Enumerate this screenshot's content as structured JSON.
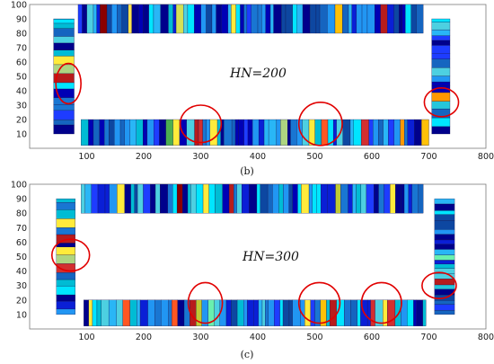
{
  "chart_data": [
    {
      "type": "heatmap",
      "caption": "(b)",
      "annotation": "HN=200",
      "xlim": [
        0,
        800
      ],
      "ylim": [
        0,
        100
      ],
      "xticks": [
        "100",
        "200",
        "300",
        "400",
        "500",
        "600",
        "700",
        "800"
      ],
      "yticks": [
        "10",
        "20",
        "30",
        "40",
        "50",
        "60",
        "70",
        "80",
        "90",
        "100"
      ],
      "bar_seed": 11,
      "hot_spots": [
        {
          "strip": "top",
          "x": 128,
          "color": "#8b0000"
        },
        {
          "strip": "top",
          "x": 178,
          "color": "#ffe14d"
        },
        {
          "strip": "top",
          "x": 262,
          "color": "#d4e157"
        },
        {
          "strip": "top",
          "x": 356,
          "color": "#ffeb3b"
        },
        {
          "strip": "top",
          "x": 536,
          "color": "#ffc107"
        },
        {
          "strip": "top",
          "x": 618,
          "color": "#b71c1c"
        },
        {
          "strip": "bottom",
          "x": 240,
          "color": "#4caf50"
        },
        {
          "strip": "bottom",
          "x": 255,
          "color": "#ffeb3b"
        },
        {
          "strip": "bottom",
          "x": 290,
          "color": "#b71c1c"
        },
        {
          "strip": "bottom",
          "x": 302,
          "color": "#d32f2f"
        },
        {
          "strip": "bottom",
          "x": 318,
          "color": "#ffeb3b"
        },
        {
          "strip": "bottom",
          "x": 448,
          "color": "#aed581"
        },
        {
          "strip": "bottom",
          "x": 490,
          "color": "#ffeb3b"
        },
        {
          "strip": "bottom",
          "x": 520,
          "color": "#ff5722"
        },
        {
          "strip": "bottom",
          "x": 590,
          "color": "#d32f2f"
        },
        {
          "strip": "bottom",
          "x": 650,
          "color": "#ff9800"
        },
        {
          "strip": "bottom",
          "x": 690,
          "color": "#ffc107"
        },
        {
          "strip": "left",
          "y": 60,
          "color": "#ffeb3b"
        },
        {
          "strip": "left",
          "y": 55,
          "color": "#aed581"
        },
        {
          "strip": "left",
          "y": 48,
          "color": "#b71c1c"
        },
        {
          "strip": "right",
          "y": 36,
          "color": "#ff9800"
        },
        {
          "strip": "right",
          "y": 28,
          "color": "#26c6da"
        }
      ],
      "ellipses": [
        {
          "cx": 68,
          "cy": 45,
          "rx": 22,
          "ry": 14
        },
        {
          "cx": 300,
          "cy": 17,
          "rx": 36,
          "ry": 13
        },
        {
          "cx": 510,
          "cy": 17,
          "rx": 38,
          "ry": 15
        },
        {
          "cx": 722,
          "cy": 32,
          "rx": 30,
          "ry": 10
        }
      ]
    },
    {
      "type": "heatmap",
      "caption": "(c)",
      "annotation": "HN=300",
      "xlim": [
        0,
        800
      ],
      "ylim": [
        0,
        100
      ],
      "xticks": [
        "100",
        "200",
        "300",
        "400",
        "500",
        "600",
        "700",
        "800"
      ],
      "yticks": [
        "10",
        "20",
        "30",
        "40",
        "50",
        "60",
        "70",
        "80",
        "90",
        "100"
      ],
      "bar_seed": 29,
      "hot_spots": [
        {
          "strip": "top",
          "x": 165,
          "color": "#ffeb3b"
        },
        {
          "strip": "top",
          "x": 262,
          "color": "#8b0000"
        },
        {
          "strip": "top",
          "x": 310,
          "color": "#ffeb3b"
        },
        {
          "strip": "top",
          "x": 352,
          "color": "#b71c1c"
        },
        {
          "strip": "top",
          "x": 480,
          "color": "#ffeb3b"
        },
        {
          "strip": "top",
          "x": 545,
          "color": "#c0ca33"
        },
        {
          "strip": "top",
          "x": 640,
          "color": "#ffeb3b"
        },
        {
          "strip": "bottom",
          "x": 108,
          "color": "#ffeb3b"
        },
        {
          "strip": "bottom",
          "x": 168,
          "color": "#ff5722"
        },
        {
          "strip": "bottom",
          "x": 250,
          "color": "#ff5722"
        },
        {
          "strip": "bottom",
          "x": 285,
          "color": "#b71c1c"
        },
        {
          "strip": "bottom",
          "x": 300,
          "color": "#c0ca33"
        },
        {
          "strip": "bottom",
          "x": 322,
          "color": "#69f0ae"
        },
        {
          "strip": "bottom",
          "x": 488,
          "color": "#ffeb3b"
        },
        {
          "strip": "bottom",
          "x": 510,
          "color": "#ffc107"
        },
        {
          "strip": "bottom",
          "x": 528,
          "color": "#b71c1c"
        },
        {
          "strip": "bottom",
          "x": 600,
          "color": "#d32f2f"
        },
        {
          "strip": "bottom",
          "x": 620,
          "color": "#ffeb3b"
        },
        {
          "strip": "bottom",
          "x": 640,
          "color": "#d32f2f"
        },
        {
          "strip": "left",
          "y": 74,
          "color": "#ffeb3b"
        },
        {
          "strip": "left",
          "y": 62,
          "color": "#b71c1c"
        },
        {
          "strip": "left",
          "y": 55,
          "color": "#ffeb3b"
        },
        {
          "strip": "left",
          "y": 50,
          "color": "#aed581"
        },
        {
          "strip": "left",
          "y": 44,
          "color": "#d32f2f"
        },
        {
          "strip": "right",
          "y": 48,
          "color": "#69f0ae"
        },
        {
          "strip": "right",
          "y": 33,
          "color": "#b71c1c"
        },
        {
          "strip": "right",
          "y": 28,
          "color": "#26c6da"
        }
      ],
      "ellipses": [
        {
          "cx": 72,
          "cy": 51,
          "rx": 33,
          "ry": 11
        },
        {
          "cx": 308,
          "cy": 18,
          "rx": 30,
          "ry": 14
        },
        {
          "cx": 508,
          "cy": 18,
          "rx": 36,
          "ry": 14
        },
        {
          "cx": 617,
          "cy": 18,
          "rx": 35,
          "ry": 14
        },
        {
          "cx": 718,
          "cy": 30,
          "rx": 30,
          "ry": 9
        }
      ]
    }
  ],
  "colors": {
    "frame": "#7a7a7a",
    "ellipse": "#e10000",
    "palette": [
      "#00008b",
      "#0000b5",
      "#0a1fd6",
      "#1e3cff",
      "#0d47a1",
      "#1565c0",
      "#1976d2",
      "#2196f3",
      "#29b6f6",
      "#00bcd4",
      "#4dd0e1",
      "#00e5ff"
    ]
  }
}
